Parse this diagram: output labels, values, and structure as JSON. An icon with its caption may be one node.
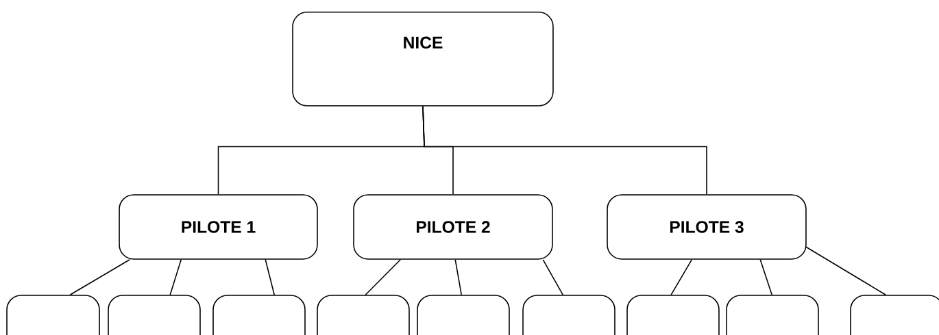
{
  "diagram": {
    "nodes": [
      {
        "text": [
          "NICE"
        ]
      },
      {
        "text": [
          "PILOTE 1"
        ]
      },
      {
        "text": [
          "PILOTE 2"
        ]
      },
      {
        "text": [
          "PILOTE 3"
        ]
      },
      {
        "text": [],
        "shape": "box"
      },
      {
        "text": [],
        "shape": "box"
      },
      {
        "text": [],
        "shape": "box"
      },
      {
        "text": [],
        "shape": "box"
      },
      {
        "text": [],
        "shape": "box"
      },
      {
        "text": [],
        "shape": "box"
      },
      {
        "text": [],
        "shape": "box"
      },
      {
        "text": [],
        "shape": "box"
      },
      {
        "text": [],
        "shape": "box"
      }
    ],
    "edges": [
      {
        "from": 0,
        "to": 1,
        "arrow": "none"
      },
      {
        "from": 0,
        "to": 2,
        "arrow": "none"
      },
      {
        "from": 0,
        "to": 3,
        "arrow": "none"
      },
      {
        "from": 1,
        "to": 4,
        "arrow": "none"
      },
      {
        "from": 1,
        "to": 5,
        "arrow": "none"
      },
      {
        "from": 1,
        "to": 6,
        "arrow": "none"
      },
      {
        "from": 2,
        "to": 7,
        "arrow": "none"
      },
      {
        "from": 2,
        "to": 8,
        "arrow": "none"
      },
      {
        "from": 2,
        "to": 9,
        "arrow": "none"
      },
      {
        "from": 3,
        "to": 10,
        "arrow": "none"
      },
      {
        "from": 3,
        "to": 11,
        "arrow": "none"
      },
      {
        "from": 3,
        "to": 12,
        "arrow": "none"
      }
    ]
  }
}
